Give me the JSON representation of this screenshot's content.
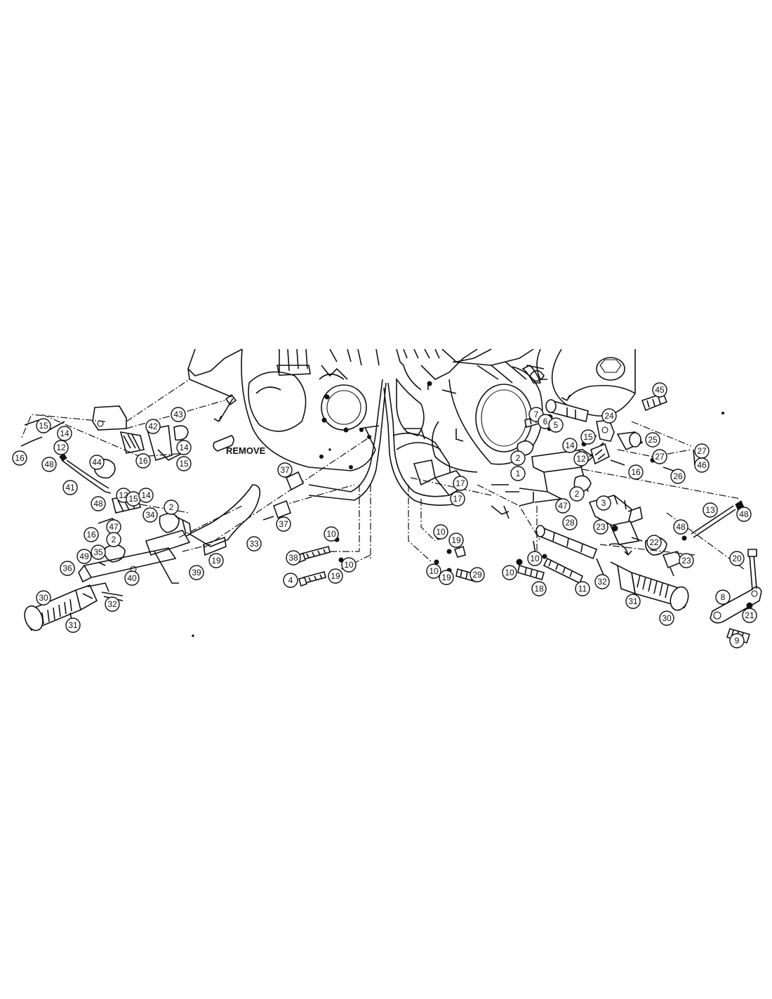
{
  "diagram": {
    "annotation": "REMOVE",
    "callouts": [
      {
        "id": "c45",
        "label": "45"
      },
      {
        "id": "c24",
        "label": "24"
      },
      {
        "id": "c25",
        "label": "25"
      },
      {
        "id": "c27a",
        "label": "27"
      },
      {
        "id": "c27b",
        "label": "27"
      },
      {
        "id": "c46",
        "label": "46"
      },
      {
        "id": "c26",
        "label": "26"
      },
      {
        "id": "c16r",
        "label": "16"
      },
      {
        "id": "c12r",
        "label": "12"
      },
      {
        "id": "c15r",
        "label": "15"
      },
      {
        "id": "c14r",
        "label": "14"
      },
      {
        "id": "c7",
        "label": "7"
      },
      {
        "id": "c6",
        "label": "6"
      },
      {
        "id": "c5",
        "label": "5"
      },
      {
        "id": "c2r1",
        "label": "2"
      },
      {
        "id": "c1",
        "label": "1"
      },
      {
        "id": "c2r2",
        "label": "2"
      },
      {
        "id": "c3",
        "label": "3"
      },
      {
        "id": "c47r",
        "label": "47"
      },
      {
        "id": "c13",
        "label": "13"
      },
      {
        "id": "c48r1",
        "label": "48"
      },
      {
        "id": "c48r2",
        "label": "48"
      },
      {
        "id": "c23a",
        "label": "23"
      },
      {
        "id": "c22",
        "label": "22"
      },
      {
        "id": "c23b",
        "label": "23"
      },
      {
        "id": "c28",
        "label": "28"
      },
      {
        "id": "c20",
        "label": "20"
      },
      {
        "id": "c8",
        "label": "8"
      },
      {
        "id": "c21",
        "label": "21"
      },
      {
        "id": "c9",
        "label": "9"
      },
      {
        "id": "c30r",
        "label": "30"
      },
      {
        "id": "c31r",
        "label": "31"
      },
      {
        "id": "c32r",
        "label": "32"
      },
      {
        "id": "c11",
        "label": "11"
      },
      {
        "id": "c18",
        "label": "18"
      },
      {
        "id": "c10r1",
        "label": "10"
      },
      {
        "id": "c10r2",
        "label": "10"
      },
      {
        "id": "c17a",
        "label": "17"
      },
      {
        "id": "c17b",
        "label": "17"
      },
      {
        "id": "c19r1",
        "label": "19"
      },
      {
        "id": "c19r2",
        "label": "19"
      },
      {
        "id": "c10r3",
        "label": "10"
      },
      {
        "id": "c29",
        "label": "29"
      },
      {
        "id": "c10r4",
        "label": "10"
      },
      {
        "id": "c10l1",
        "label": "10"
      },
      {
        "id": "c19l",
        "label": "19"
      },
      {
        "id": "c10l2",
        "label": "10"
      },
      {
        "id": "c38",
        "label": "38"
      },
      {
        "id": "c4",
        "label": "4"
      },
      {
        "id": "c37a",
        "label": "37"
      },
      {
        "id": "c37b",
        "label": "37"
      },
      {
        "id": "c33",
        "label": "33"
      },
      {
        "id": "c39",
        "label": "39"
      },
      {
        "id": "c19l2",
        "label": "19"
      },
      {
        "id": "c43",
        "label": "43"
      },
      {
        "id": "c42",
        "label": "42"
      },
      {
        "id": "c14l1",
        "label": "14"
      },
      {
        "id": "c15l1",
        "label": "15"
      },
      {
        "id": "c16l1",
        "label": "16"
      },
      {
        "id": "c44",
        "label": "44"
      },
      {
        "id": "c15l2",
        "label": "15"
      },
      {
        "id": "c14l2",
        "label": "14"
      },
      {
        "id": "c16l2",
        "label": "16"
      },
      {
        "id": "c12l1",
        "label": "12"
      },
      {
        "id": "c48l1",
        "label": "48"
      },
      {
        "id": "c41",
        "label": "41"
      },
      {
        "id": "c48l2",
        "label": "48"
      },
      {
        "id": "c12l2",
        "label": "12"
      },
      {
        "id": "c15l3",
        "label": "15"
      },
      {
        "id": "c14l3",
        "label": "14"
      },
      {
        "id": "c34",
        "label": "34"
      },
      {
        "id": "c16l3",
        "label": "16"
      },
      {
        "id": "c47l",
        "label": "47"
      },
      {
        "id": "c2l1",
        "label": "2"
      },
      {
        "id": "c2l2",
        "label": "2"
      },
      {
        "id": "c49",
        "label": "49"
      },
      {
        "id": "c35",
        "label": "35"
      },
      {
        "id": "c36",
        "label": "36"
      },
      {
        "id": "c40",
        "label": "40"
      },
      {
        "id": "c30l",
        "label": "30"
      },
      {
        "id": "c31l",
        "label": "31"
      },
      {
        "id": "c32l",
        "label": "32"
      }
    ]
  }
}
